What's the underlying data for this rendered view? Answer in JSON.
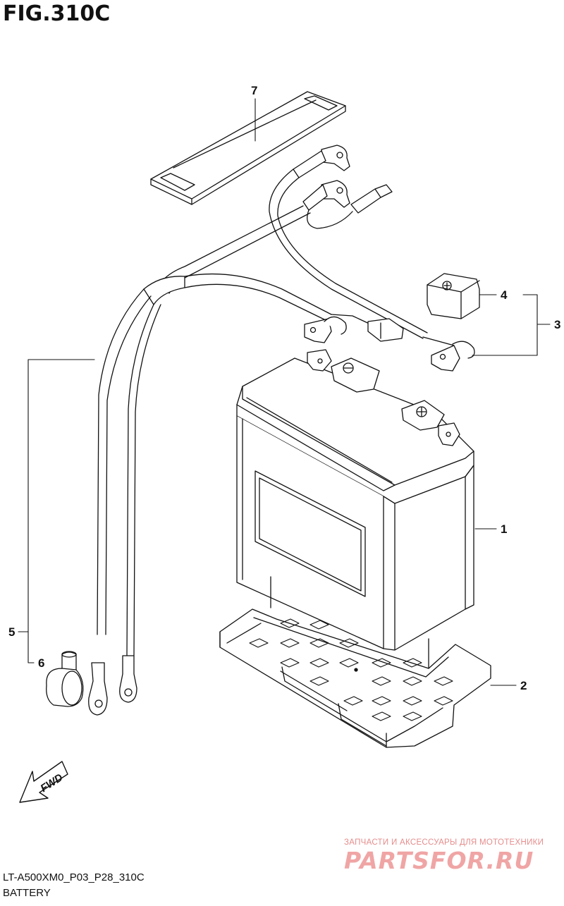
{
  "figure": {
    "title": "FIG.310C",
    "code": "LT-A500XM0_P03_P28_310C",
    "caption": "BATTERY"
  },
  "callouts": [
    {
      "id": "1",
      "label": "1"
    },
    {
      "id": "2",
      "label": "2"
    },
    {
      "id": "3",
      "label": "3"
    },
    {
      "id": "4",
      "label": "4"
    },
    {
      "id": "5",
      "label": "5"
    },
    {
      "id": "6",
      "label": "6"
    },
    {
      "id": "7",
      "label": "7"
    }
  ],
  "direction_marker": "FWD",
  "watermark": {
    "tagline": "ЗАПЧАСТИ И АКСЕССУАРЫ ДЛЯ МОТОТЕХНИКИ",
    "logo": "PARTSFOR.RU"
  },
  "colors": {
    "line": "#111111",
    "background": "#ffffff",
    "watermark_text": "#e58c8c",
    "watermark_logo": "#f0a5a5"
  }
}
